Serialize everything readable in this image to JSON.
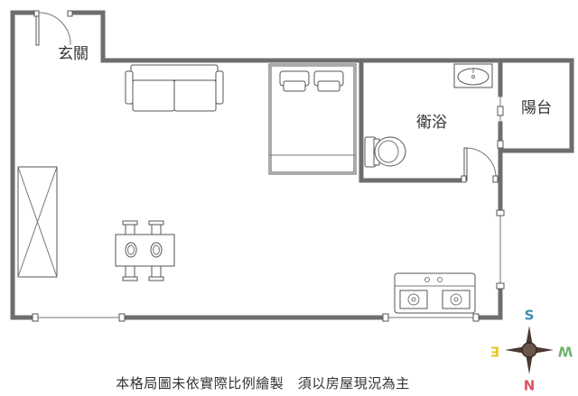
{
  "rooms": {
    "entrance": "玄關",
    "bathroom": "衛浴",
    "balcony": "陽台"
  },
  "note": "本格局圖未依實際比例繪製　須以房屋現況為主",
  "compass": {
    "north": "N",
    "south": "S",
    "east": "E",
    "west": "W",
    "colors": {
      "north": "#e05262",
      "south": "#3f8cae",
      "east": "#e8c62a",
      "west": "#6cb36a",
      "needle": "#4a3a33"
    }
  }
}
